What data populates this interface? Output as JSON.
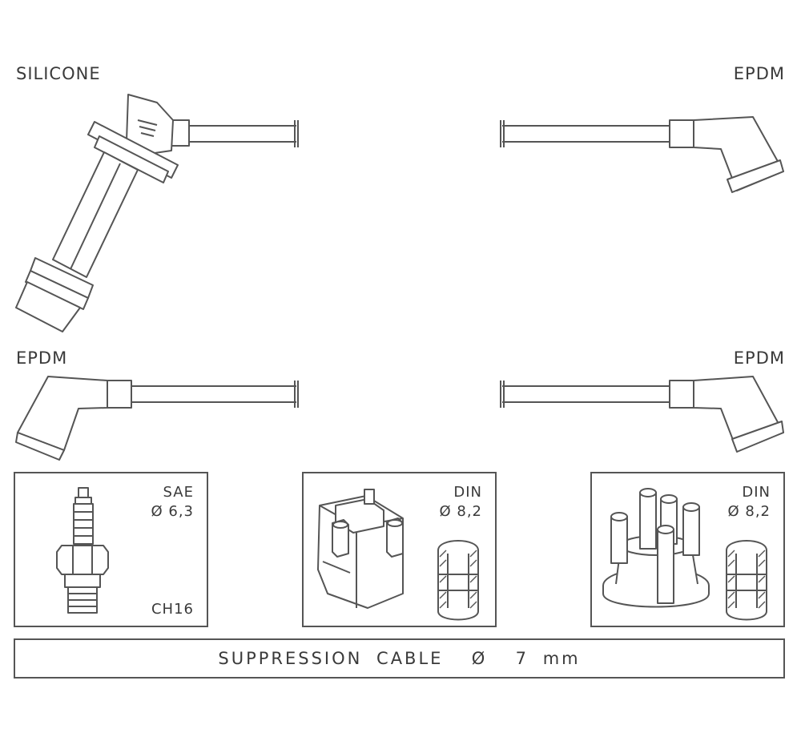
{
  "labels": {
    "top_left": "SILICONE",
    "top_right": "EPDM",
    "middle_left": "EPDM",
    "middle_right": "EPDM"
  },
  "panels": {
    "spark_plug": {
      "standard": "SAE",
      "diameter": "Ø 6,3",
      "code": "CH16"
    },
    "coil": {
      "standard": "DIN",
      "diameter": "Ø 8,2"
    },
    "distributor": {
      "standard": "DIN",
      "diameter": "Ø 8,2"
    }
  },
  "banner": {
    "text": "SUPPRESSION CABLE  Ø  7 mm"
  }
}
